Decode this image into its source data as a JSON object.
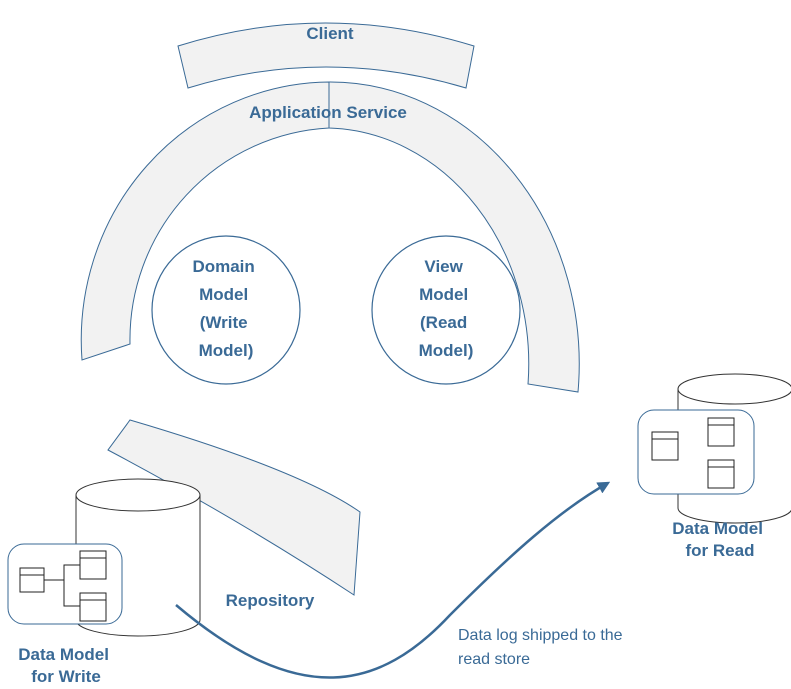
{
  "labels": {
    "client": "Client",
    "application_service": "Application Service",
    "domain_model": [
      "Domain",
      "Model",
      "(Write",
      "Model)"
    ],
    "view_model": [
      "View",
      "Model",
      "(Read",
      "Model)"
    ],
    "repository": "Repository",
    "data_model_write": [
      "Data Model",
      "for Write"
    ],
    "data_model_read": [
      "Data Model",
      "for Read"
    ],
    "flow_note": [
      "Data log shipped to the",
      "read store"
    ]
  },
  "colors": {
    "accent": "#3a6a96",
    "band_fill": "#f2f2f2",
    "outline": "#333333"
  }
}
